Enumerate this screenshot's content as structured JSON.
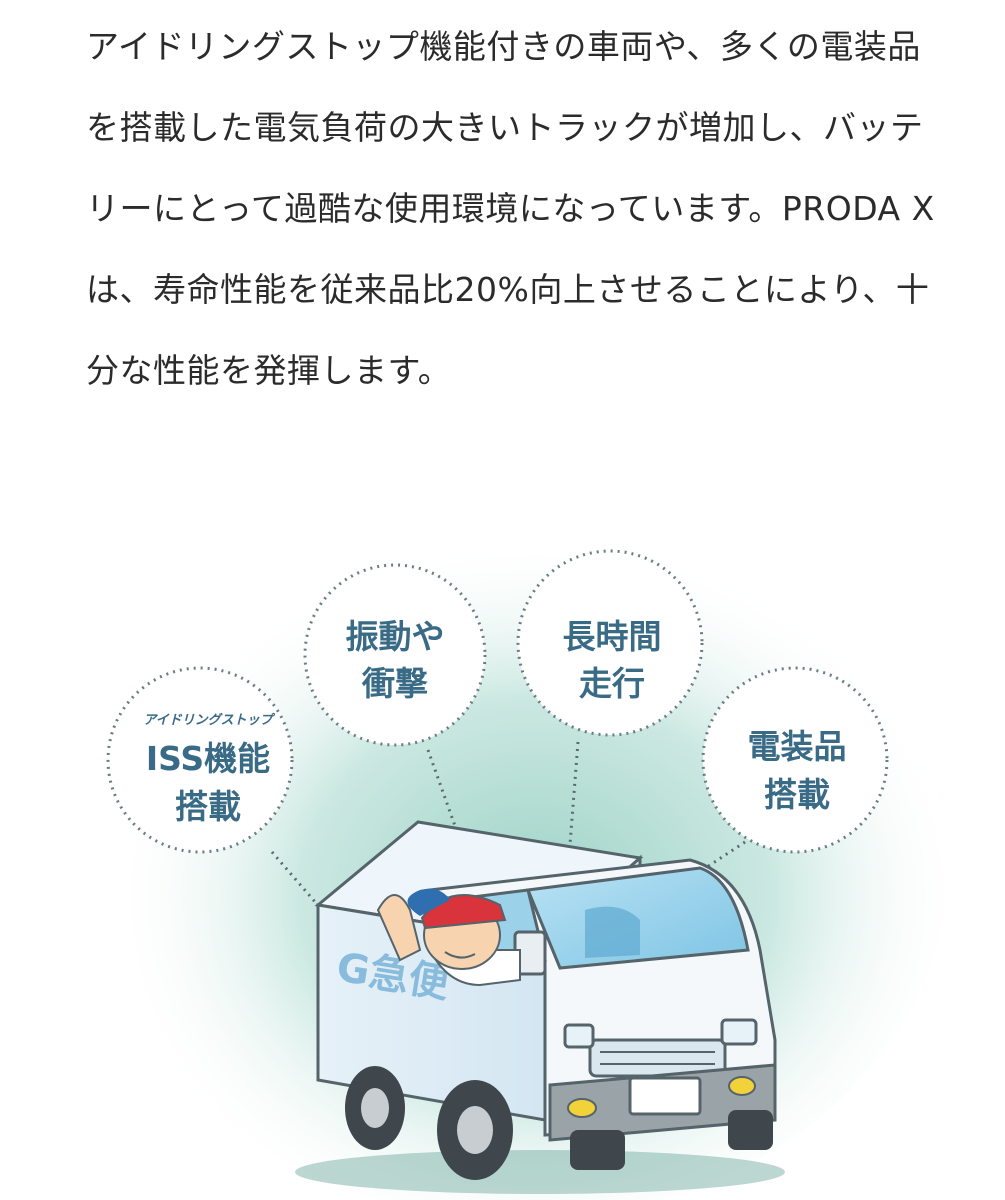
{
  "article": {
    "lines": [
      "アイドリングストップ機能付きの車両や、多くの電装品",
      "を搭載した電気負荷の大きいトラックが増加し、バッテ",
      "リーにとって過酷な使用環境になっています。PRODA X",
      "は、寿命性能を従来品比20%向上させることにより、十",
      "分な性能を発揮します。"
    ]
  },
  "illustration": {
    "bubbles": {
      "iss": {
        "sub": "アイドリングストップ",
        "line1": "ISS機能",
        "line2": "搭載"
      },
      "vibration": {
        "line1": "振動や",
        "line2": "衝撃"
      },
      "long_drive": {
        "line1": "長時間",
        "line2": "走行"
      },
      "electrical": {
        "line1": "電装品",
        "line2": "搭載"
      }
    },
    "truck_side_text": "G急便"
  }
}
